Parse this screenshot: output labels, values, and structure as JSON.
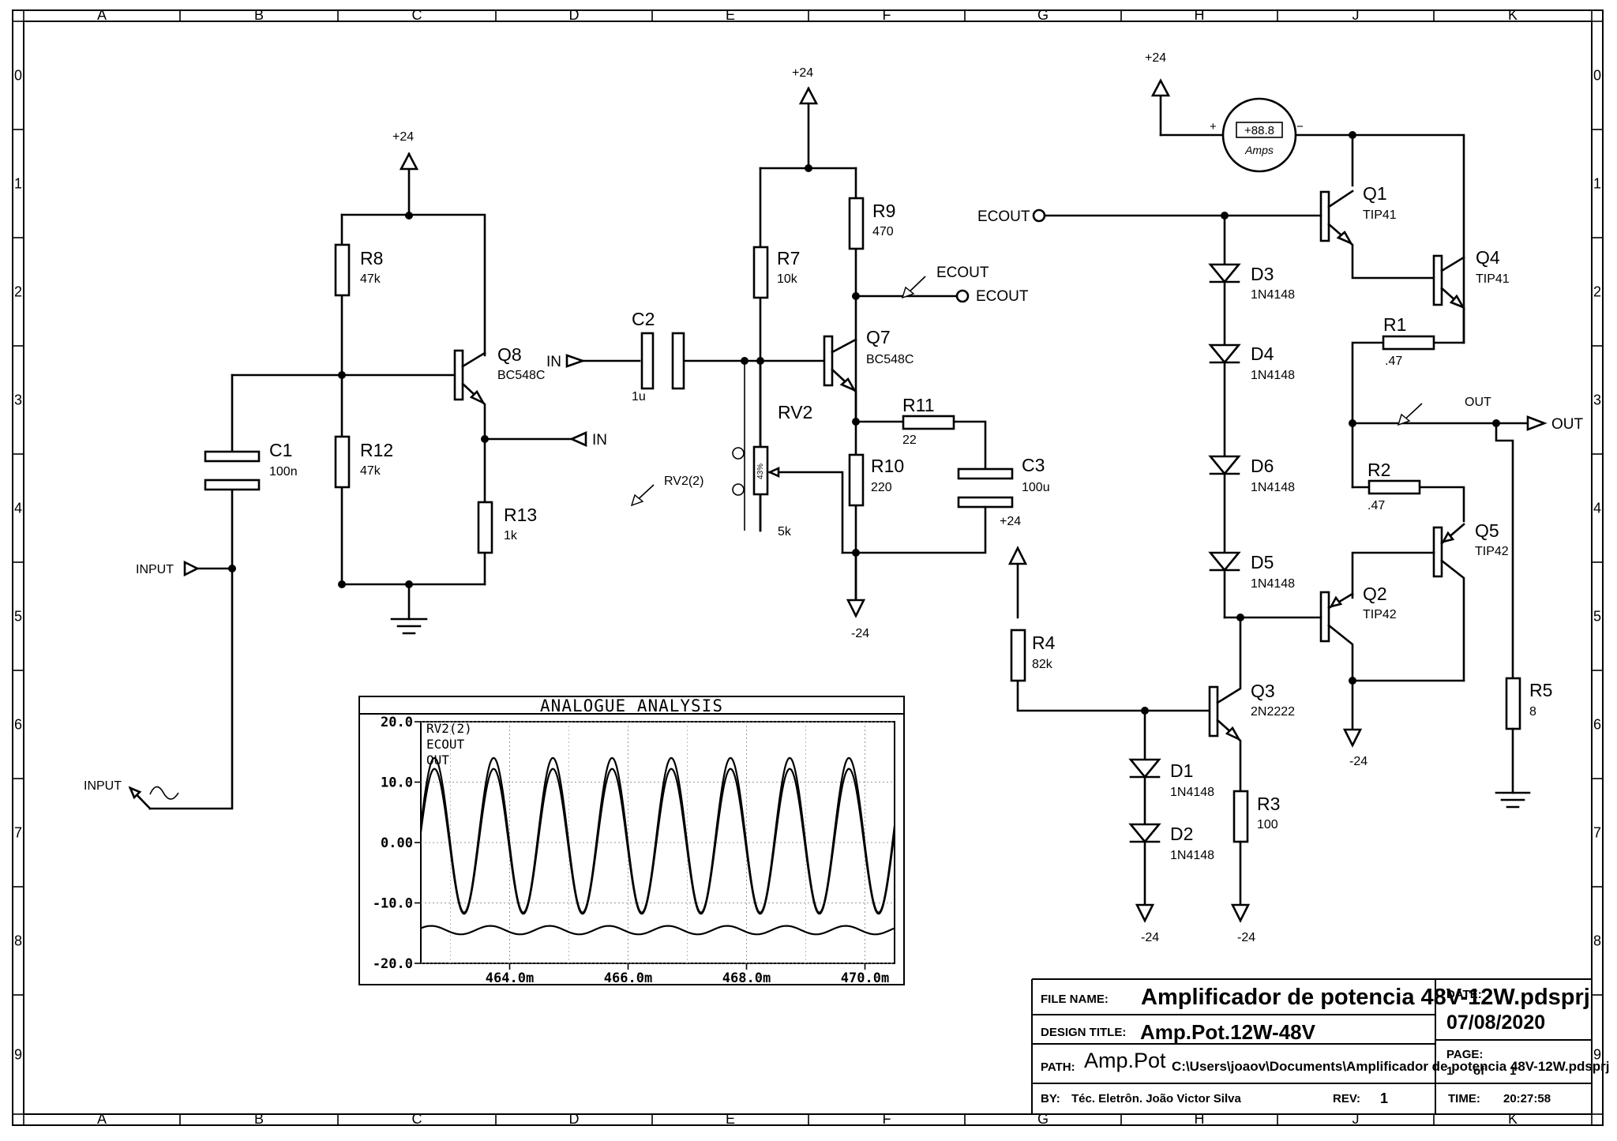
{
  "border": {
    "columns": [
      "A",
      "B",
      "C",
      "D",
      "E",
      "F",
      "G",
      "H",
      "J",
      "K"
    ],
    "rows": [
      "0",
      "1",
      "2",
      "3",
      "4",
      "5",
      "6",
      "7",
      "8",
      "9"
    ]
  },
  "components": {
    "Q8": {
      "ref": "Q8",
      "part": "BC548C"
    },
    "Q7": {
      "ref": "Q7",
      "part": "BC548C"
    },
    "Q1": {
      "ref": "Q1",
      "part": "TIP41"
    },
    "Q4": {
      "ref": "Q4",
      "part": "TIP41"
    },
    "Q5": {
      "ref": "Q5",
      "part": "TIP42"
    },
    "Q2": {
      "ref": "Q2",
      "part": "TIP42"
    },
    "Q3": {
      "ref": "Q3",
      "part": "2N2222"
    },
    "R8": {
      "ref": "R8",
      "value": "47k"
    },
    "R12": {
      "ref": "R12",
      "value": "47k"
    },
    "R13": {
      "ref": "R13",
      "value": "1k"
    },
    "R7": {
      "ref": "R7",
      "value": "10k"
    },
    "R9": {
      "ref": "R9",
      "value": "470"
    },
    "R10": {
      "ref": "R10",
      "value": "220"
    },
    "R11": {
      "ref": "R11",
      "value": "22"
    },
    "R4": {
      "ref": "R4",
      "value": "82k"
    },
    "R3": {
      "ref": "R3",
      "value": "100"
    },
    "R1": {
      "ref": "R1",
      "value": ".47"
    },
    "R2": {
      "ref": "R2",
      "value": ".47"
    },
    "R5": {
      "ref": "R5",
      "value": "8"
    },
    "C1": {
      "ref": "C1",
      "value": "100n"
    },
    "C2": {
      "ref": "C2",
      "value": "1u"
    },
    "C3": {
      "ref": "C3",
      "value": "100u"
    },
    "RV2": {
      "ref": "RV2",
      "value": "5k",
      "wiper": "43%"
    },
    "D1": {
      "ref": "D1",
      "part": "1N4148"
    },
    "D2": {
      "ref": "D2",
      "part": "1N4148"
    },
    "D3": {
      "ref": "D3",
      "part": "1N4148"
    },
    "D4": {
      "ref": "D4",
      "part": "1N4148"
    },
    "D5": {
      "ref": "D5",
      "part": "1N4148"
    },
    "D6": {
      "ref": "D6",
      "part": "1N4148"
    }
  },
  "rails": {
    "pos": "+24",
    "neg": "-24"
  },
  "terminals": {
    "input": "INPUT",
    "in": "IN",
    "ecout": "ECOUT",
    "out": "OUT",
    "probe_rv2": "RV2(2)"
  },
  "ammeter": {
    "reading": "+88.8",
    "unit": "Amps",
    "plus": "+",
    "minus": "−"
  },
  "graph": {
    "title": "ANALOGUE ANALYSIS",
    "traces": [
      "RV2(2)",
      "ECOUT",
      "OUT"
    ],
    "y_ticks": [
      "20.0",
      "10.0",
      "0.00",
      "-10.0",
      "-20.0"
    ],
    "x_ticks": [
      "464.0m",
      "466.0m",
      "468.0m",
      "470.0m"
    ]
  },
  "chart_data": {
    "type": "line",
    "title": "ANALOGUE ANALYSIS",
    "xlabel": "",
    "ylabel": "",
    "xlim": [
      462.5,
      470.5
    ],
    "ylim": [
      -20,
      20
    ],
    "frequency_hz": 1000,
    "series": [
      {
        "name": "RV2(2)",
        "offset": -14.5,
        "amplitude": 0.7
      },
      {
        "name": "ECOUT",
        "offset": 1.2,
        "amplitude": 12.8
      },
      {
        "name": "OUT",
        "offset": 0.2,
        "amplitude": 12.0
      }
    ]
  },
  "title_block": {
    "file_name_label": "FILE NAME:",
    "file_name": "Amplificador de potencia 48V-12W.pdsprj",
    "date_label": "DATE:",
    "date": "07/08/2020",
    "design_title_label": "DESIGN TITLE:",
    "design_title": "Amp.Pot.12W-48V",
    "path_label": "PATH:",
    "path_overlay": "Amp.Pot",
    "path": "C:\\Users\\joaov\\Documents\\Amplificador de potencia 48V-12W.pdsprj",
    "page_label": "PAGE:",
    "page_num": "1",
    "page_of": "of",
    "page_total": "1",
    "by_label": "BY:",
    "by": "Téc. Eletrôn. João Victor Silva",
    "rev_label": "REV:",
    "rev": "1",
    "time_label": "TIME:",
    "time": "20:27:58"
  }
}
